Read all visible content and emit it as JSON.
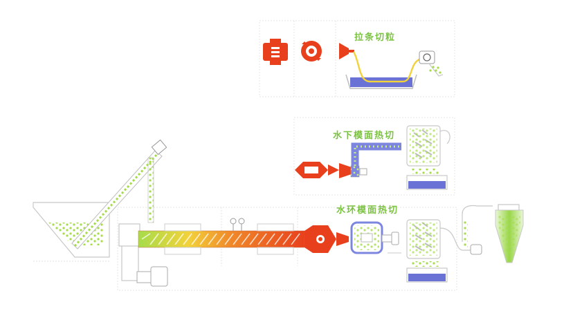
{
  "labels": {
    "strand_pelletizing": "拉条切粒",
    "underwater_pelletizing": "水下模面热切",
    "water_ring_pelletizing": "水环模面热切"
  },
  "colors": {
    "melt": "#e8401c",
    "pellet": "#a6dc4a",
    "label": "#7cc242",
    "water": "#6b72d6",
    "outline": "#c8c8c8"
  }
}
